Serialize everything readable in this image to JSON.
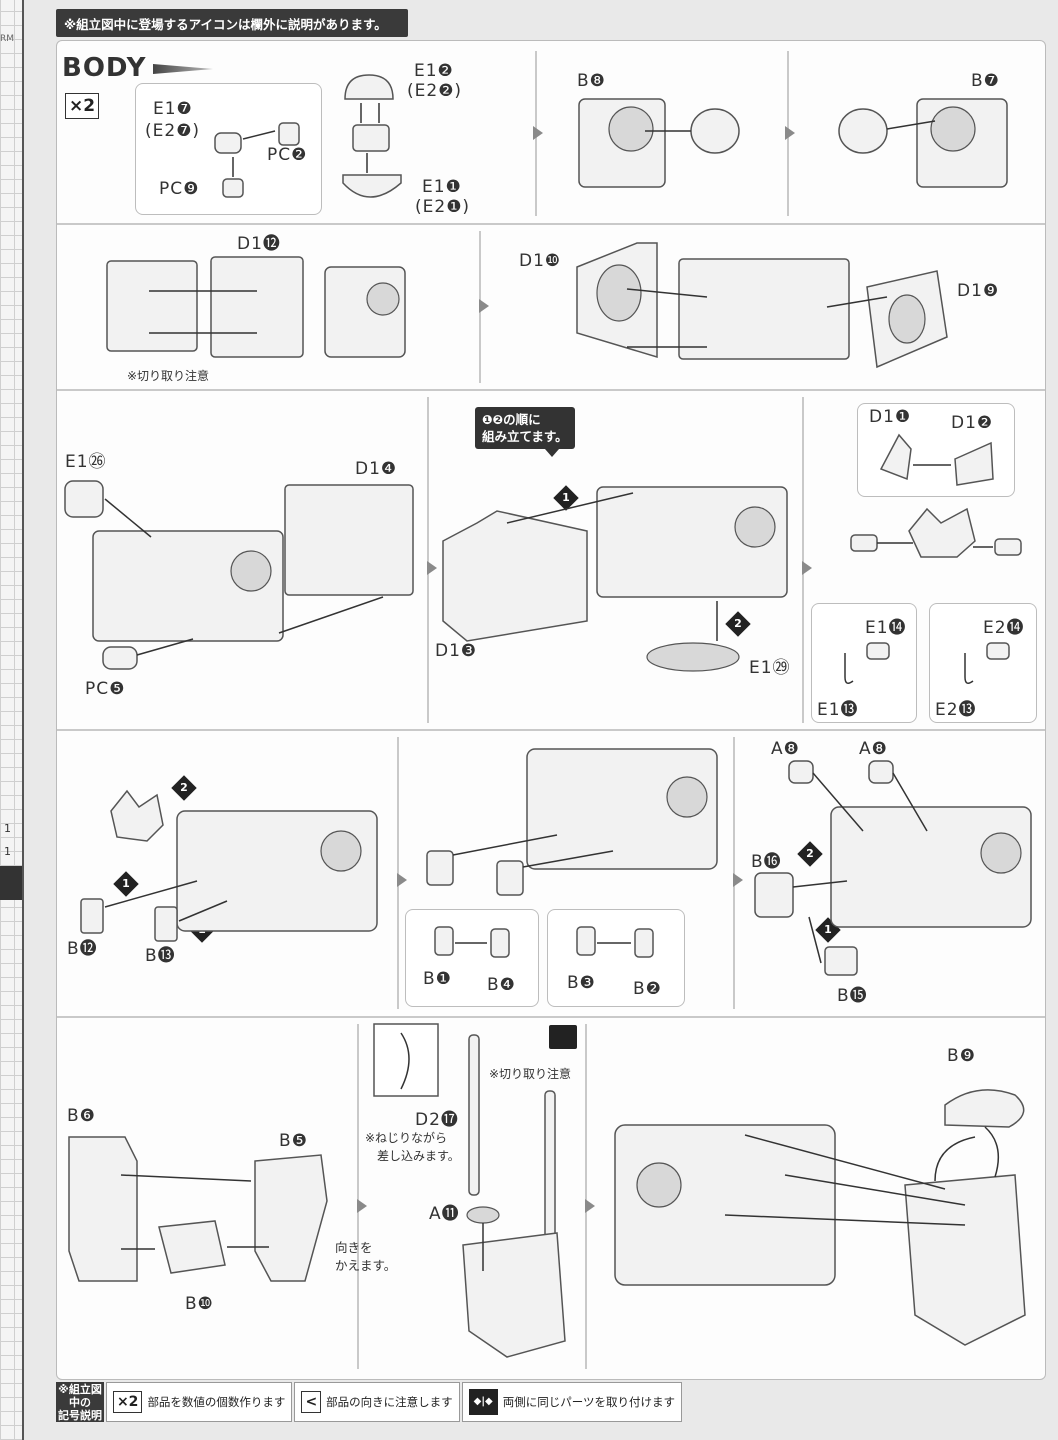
{
  "top_note": "※組立図中に登場するアイコンは欄外に説明があります。",
  "margin": {
    "rm": "RM",
    "mark1": "1",
    "mark2": "1"
  },
  "section": {
    "title": "BODY",
    "multiplier": "×2"
  },
  "labels": {
    "e1_7": "E1❼",
    "e2_7": "(E2❼)",
    "pc2": "PC❷",
    "pc9": "PC❾",
    "e1_2": "E1❷",
    "e2_2": "(E2❷)",
    "e1_1": "E1❶",
    "e2_1": "(E2❶)",
    "b8": "B❽",
    "b7": "B❼",
    "d1_12": "D1⓬",
    "d1_10": "D1❿",
    "d1_9": "D1❾",
    "e1_26": "E1㉖",
    "d1_4": "D1❹",
    "pc5": "PC❺",
    "d1_3": "D1❸",
    "e1_29": "E1㉙",
    "d1_1": "D1❶",
    "d1_2": "D1❷",
    "e1_14": "E1⓮",
    "e1_13": "E1⓭",
    "e2_14": "E2⓮",
    "e2_13": "E2⓭",
    "b12": "B⓬",
    "b13": "B⓭",
    "b1": "B❶",
    "b4": "B❹",
    "b3": "B❸",
    "b2": "B❷",
    "a8a": "A❽",
    "a8b": "A❽",
    "b16": "B⓰",
    "b15": "B⓯",
    "b6": "B❻",
    "b5": "B❺",
    "b10": "B❿",
    "d2_17": "D2⓱",
    "a11": "A⓫",
    "b9": "B❾"
  },
  "notes": {
    "cut_caution_1": "※切り取り注意",
    "order_bubble_line1": "❶❷の順に",
    "order_bubble_line2": "組み立てます。",
    "turn_line1": "向きを",
    "turn_line2": "かえます。",
    "twist_line1": "※ねじりながら",
    "twist_line2": "差し込みます。",
    "cut_caution_2": "※切り取り注意"
  },
  "legend": {
    "title_line1": "※組立図中の",
    "title_line2": "記号説明",
    "item1_icon": "×2",
    "item1_text": "部品を数値の個数作ります",
    "item2_icon": "<",
    "item2_text": "部品の向きに注意します",
    "item3_icon": "◆|◆",
    "item3_text": "両側に同じパーツを取り付けます"
  }
}
